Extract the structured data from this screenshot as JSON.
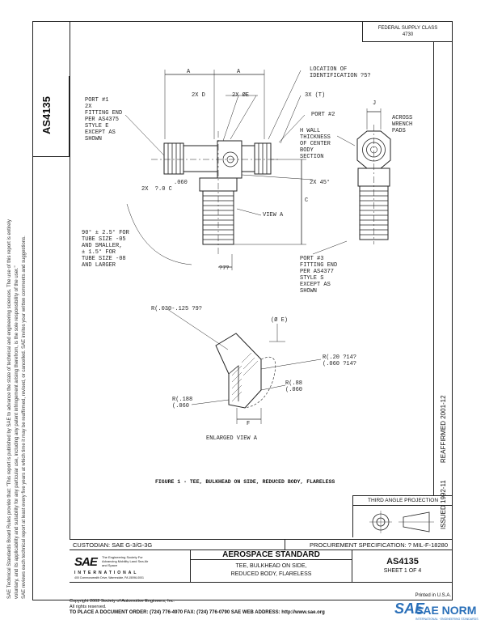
{
  "federal_supply_class": {
    "label": "FEDERAL SUPPLY CLASS",
    "value": "4730"
  },
  "document_number": "AS4135",
  "side_disclaimer": [
    "SAE Technical Standards Board Rules provide that: \"This report is published by SAE to advance the state of technical and engineering sciences. The use of this report is entirely",
    "voluntary, and its applicability and suitability for any particular use, including any patent infringement arising therefrom, is the sole responsibility of the user.\"",
    "SAE reviews each technical report at least every five years at which time it may be reaffirmed, revised, or cancelled. SAE invites your written comments and suggestions."
  ],
  "reaffirmed": "REAFFIRMED 2001-12",
  "issued": "ISSUED 1992-11",
  "drawing_labels": {
    "dim_a_left": "A",
    "dim_a_right": "A",
    "location_of_identification": "LOCATION OF\nIDENTIFICATION ?5?",
    "dim_2xd": "2X D",
    "dim_2xe": "2X ØE",
    "dim_3x": "3X (T)",
    "port1": "PORT #1\n2X\nFITTING END\nPER AS4375\nSTYLE E\nEXCEPT AS\nSHOWN",
    "port2": "PORT #2",
    "dim_j": "J",
    "across_wrench": "ACROSS\nWRENCH\nPADS",
    "h_wall": "H WALL\nTHICKNESS\nOF CENTER\nBODY\nSECTION",
    "dim_060": ".060",
    "dim_2x_ref": "2X  ?.0 C",
    "dim_2x45": "2X 45°",
    "dim_c": "C",
    "view_a": "VIEW A",
    "tube_note": "90° ± 2.5° FOR\nTUBE SIZE -05\nAND SMALLER,\n± 1.5° FOR\nTUBE SIZE -08\nAND LARGER",
    "dim_b": "?7?",
    "port3": "PORT #3\nFITTING END\nPER AS4377\nSTYLE S\nEXCEPT AS\nSHOWN",
    "radius_note": "R(.030-.125 ?9?",
    "dim_oe": "(Ø E)",
    "r_20": "R(.20 ?14?\n(.060 ?14?",
    "r_88": "R(.88\n(.060",
    "r_188": "R(.188\n(.060",
    "dim_f": "F",
    "enlarged_view": "ENLARGED VIEW A"
  },
  "figure_caption": "FIGURE 1 - TEE, BULKHEAD ON SIDE, REDUCED BODY, FLARELESS",
  "third_angle_projection": "THIRD ANGLE PROJECTION",
  "custodian": "CUSTODIAN:  SAE G-3/G-3G",
  "procurement": "PROCUREMENT SPECIFICATION: ? MIL-F-18280",
  "logo": {
    "mark": "SAE",
    "tagline": "The Engineering Society For Advancing Mobility Land Sea Air and Space",
    "international": "INTERNATIONAL",
    "address": "400 Commonwealth Drive, Warrendale, PA 15096-0001"
  },
  "standard_type": "AEROSPACE STANDARD",
  "title_line1": "TEE, BULKHEAD ON SIDE,",
  "title_line2": "REDUCED BODY, FLARELESS",
  "sheet": "SHEET 1 OF 4",
  "printed_in": "Printed in U.S.A.",
  "copyright": "Copyright 2002 Society of Automotive Engineers, Inc.",
  "rights": "All rights reserved.",
  "order_line": "TO PLACE A DOCUMENT ORDER:  (724) 776-4970     FAX: (724) 776-0790     SAE WEB ADDRESS:  http://www.sae.org",
  "watermark": {
    "mark": "SAE",
    "text": "SAE NORM",
    "sub": "INTERNATIONAL  ·  ENGINEERING STANDARDS"
  }
}
